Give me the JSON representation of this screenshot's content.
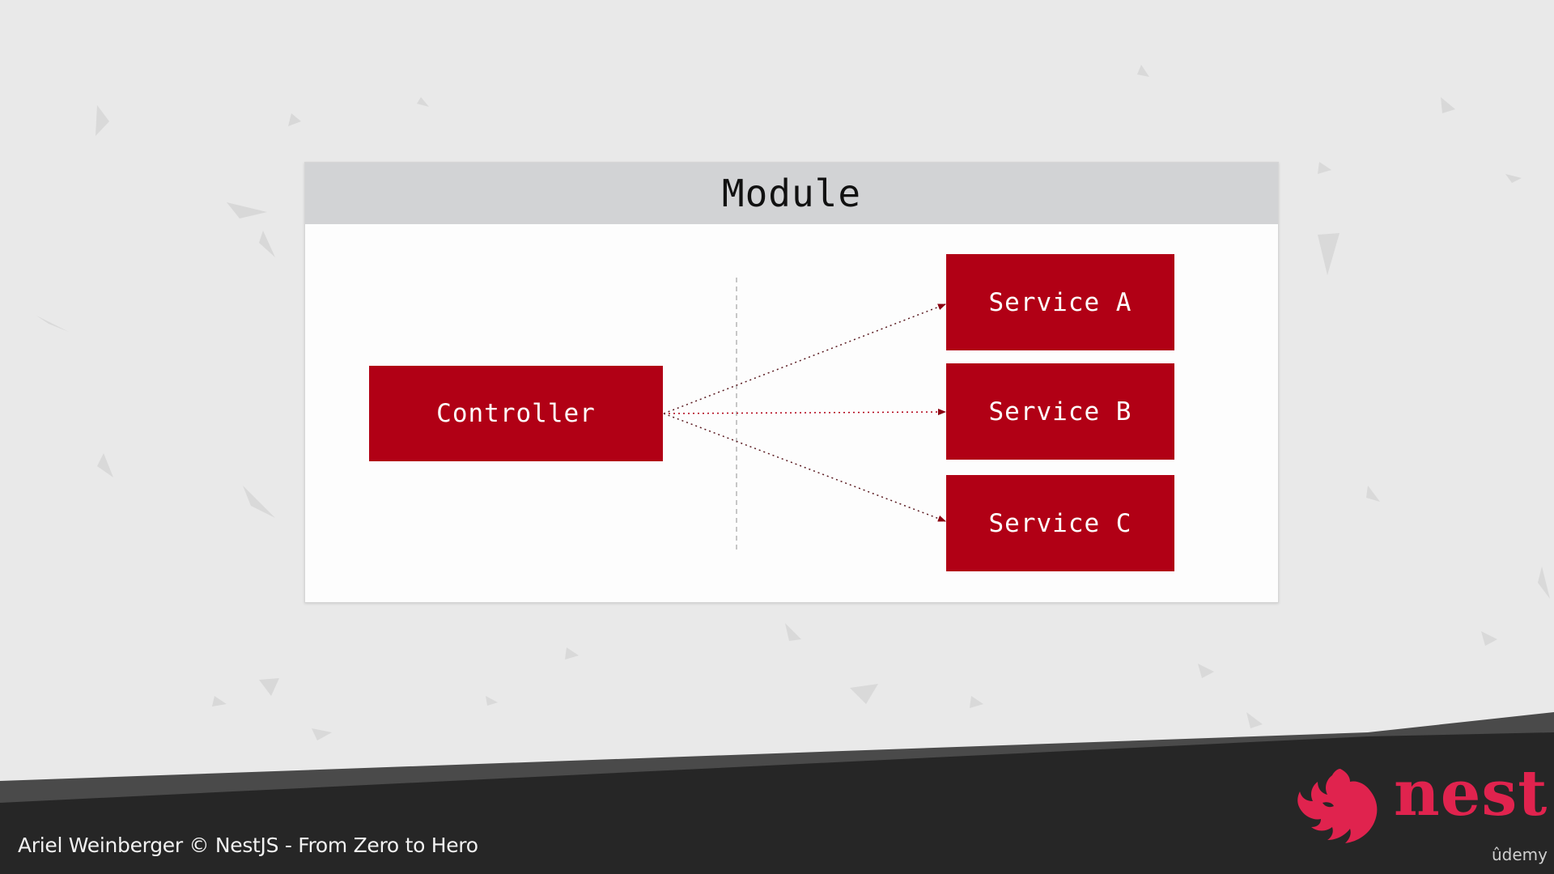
{
  "module": {
    "title": "Module"
  },
  "controller": {
    "label": "Controller"
  },
  "services": [
    {
      "label": "Service A"
    },
    {
      "label": "Service B"
    },
    {
      "label": "Service C"
    }
  ],
  "footer": {
    "credit": "Ariel Weinberger © NestJS - From Zero to Hero",
    "brand": "nest",
    "platform": "ûdemy"
  },
  "colors": {
    "box": "#b10015",
    "brand": "#e0234e",
    "footer": "#262626",
    "header": "#d2d3d5"
  },
  "icons": {
    "logo": "nestjs-cat-logo-icon"
  }
}
